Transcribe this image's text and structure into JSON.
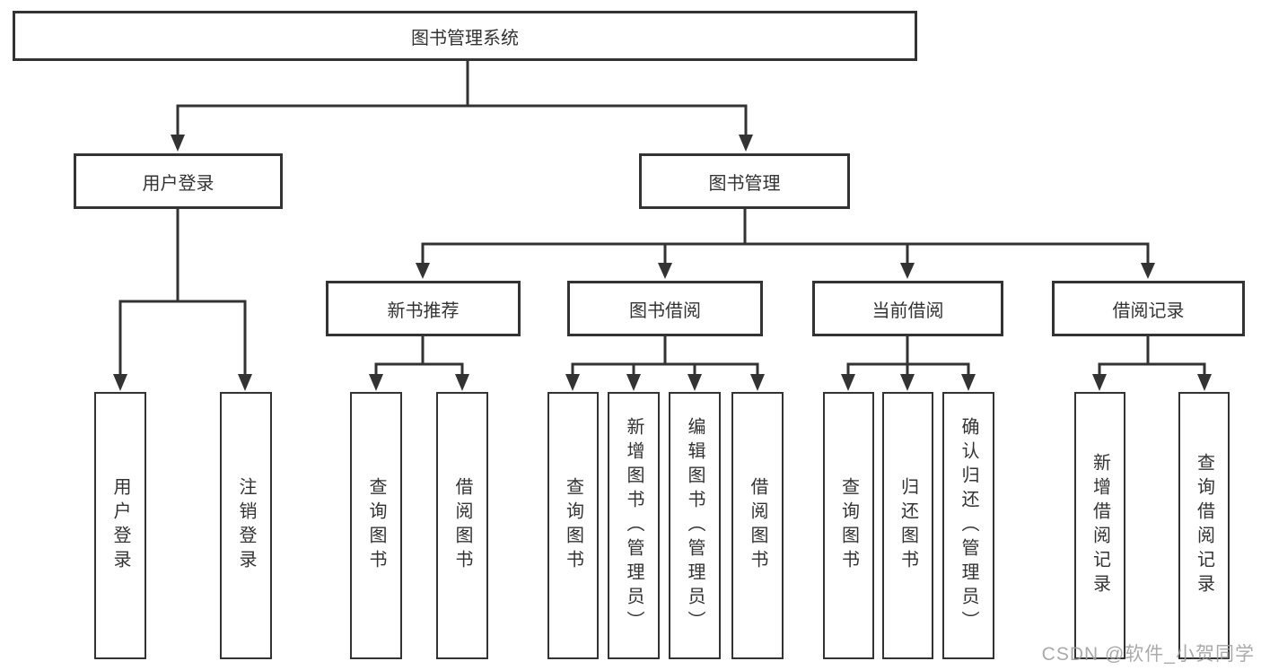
{
  "diagram_title": "图书管理系统",
  "tree": {
    "label": "图书管理系统",
    "children": [
      {
        "label": "用户登录",
        "children": [
          {
            "label": "用户登录"
          },
          {
            "label": "注销登录"
          }
        ]
      },
      {
        "label": "图书管理",
        "children": [
          {
            "label": "新书推荐",
            "children": [
              {
                "label": "查询图书"
              },
              {
                "label": "借阅图书"
              }
            ]
          },
          {
            "label": "图书借阅",
            "children": [
              {
                "label": "查询图书"
              },
              {
                "label": "新增图书（管理员）"
              },
              {
                "label": "编辑图书（管理员）"
              },
              {
                "label": "借阅图书"
              }
            ]
          },
          {
            "label": "当前借阅",
            "children": [
              {
                "label": "查询图书"
              },
              {
                "label": "归还图书"
              },
              {
                "label": "确认归还（管理员）"
              }
            ]
          },
          {
            "label": "借阅记录",
            "children": [
              {
                "label": "新增借阅记录"
              },
              {
                "label": "查询借阅记录"
              }
            ]
          }
        ]
      }
    ]
  },
  "watermark": {
    "text": "CSDN @软件_小贺同学"
  },
  "colors": {
    "line": "#333333",
    "box_border": "#333333",
    "box_fill": "#ffffff",
    "text": "#333333",
    "watermark": "#9e9e9e",
    "background": "#ffffff"
  }
}
